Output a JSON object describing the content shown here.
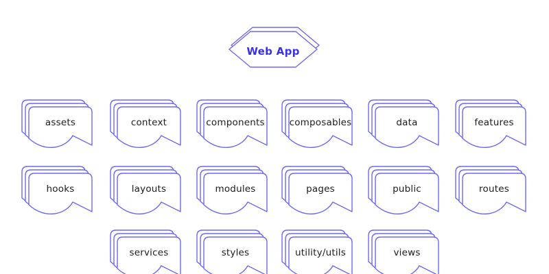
{
  "root_node": {
    "label": "Web App",
    "shape": "hexagon"
  },
  "rows": [
    {
      "nodes": [
        {
          "label": "assets"
        },
        {
          "label": "context"
        },
        {
          "label": "components"
        },
        {
          "label": "composables"
        },
        {
          "label": "data"
        },
        {
          "label": "features"
        }
      ]
    },
    {
      "nodes": [
        {
          "label": "hooks"
        },
        {
          "label": "layouts"
        },
        {
          "label": "modules"
        },
        {
          "label": "pages"
        },
        {
          "label": "public"
        },
        {
          "label": "routes"
        }
      ]
    },
    {
      "nodes": [
        {
          "label": "services"
        },
        {
          "label": "styles"
        },
        {
          "label": "utility/utils"
        },
        {
          "label": "views"
        }
      ]
    }
  ],
  "icons": {
    "node_shape": "stacked-documents",
    "root_shape": "double-hexagon"
  },
  "colors": {
    "stroke": "#6c68f0",
    "root-text": "#3a2ff0",
    "label-text": "#1d1d1d",
    "node-fill": "#ffffff",
    "background": "#ffffff"
  }
}
